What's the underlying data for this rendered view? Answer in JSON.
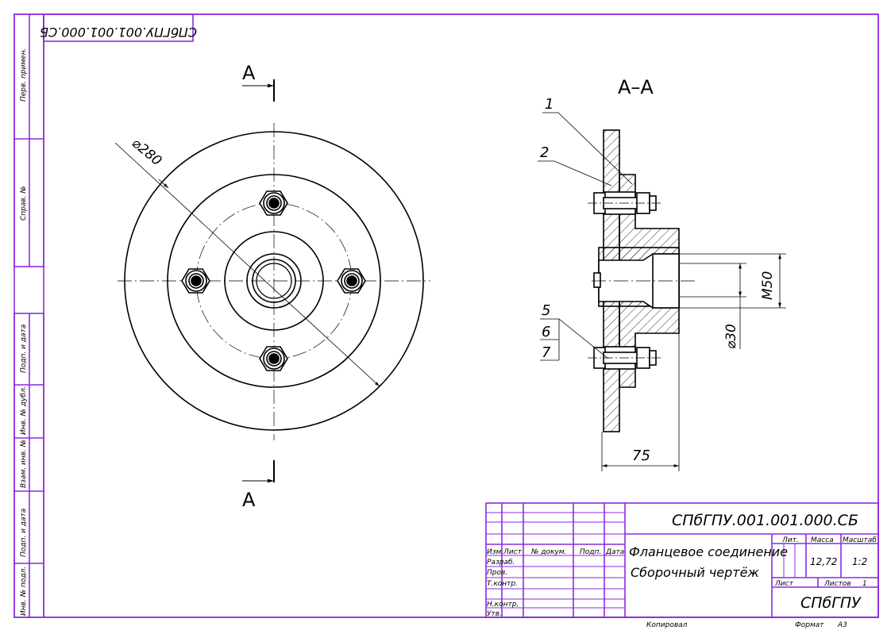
{
  "colors": {
    "frame": "#8a2be2",
    "ink": "#000000"
  },
  "drawing": {
    "code": "СПбГПУ.001.001.000.СБ",
    "code_rotated": "СПбГПУ.001.001.000.СБ",
    "section_marker": "А",
    "section_title": "А–А",
    "dim_diameter_outer": "⌀280",
    "dim_thread": "М50",
    "dim_diameter_inner": "⌀30",
    "dim_length": "75",
    "callouts": [
      "1",
      "2",
      "5",
      "6",
      "7"
    ]
  },
  "side_stamp": [
    "Перв. примен.",
    "Справ. №",
    "Подп. и дата",
    "Инв. № дубл.",
    "Взам. инв. №",
    "Подп. и дата",
    "Инв. № подл."
  ],
  "title_block": {
    "header": {
      "izm": "Изм.",
      "list": "Лист",
      "doc": "№ докум.",
      "podp": "Подп.",
      "data": "Дата"
    },
    "roles": [
      "Разраб.",
      "Пров.",
      "Т.контр.",
      "Н.контр.",
      "Утв."
    ],
    "name_line1": "Фланцевое соединение",
    "name_line2": "Сборочный чертёж",
    "lit_label": "Лит.",
    "mass_label": "Масса",
    "scale_label": "Масштаб",
    "mass_value": "12,72",
    "scale_value": "1:2",
    "sheet_label": "Лист",
    "sheets_label": "Листов",
    "sheets_value": "1",
    "org": "СПбГПУ"
  },
  "footer": {
    "copied": "Копировал",
    "format_label": "Формат",
    "format_value": "А3"
  }
}
